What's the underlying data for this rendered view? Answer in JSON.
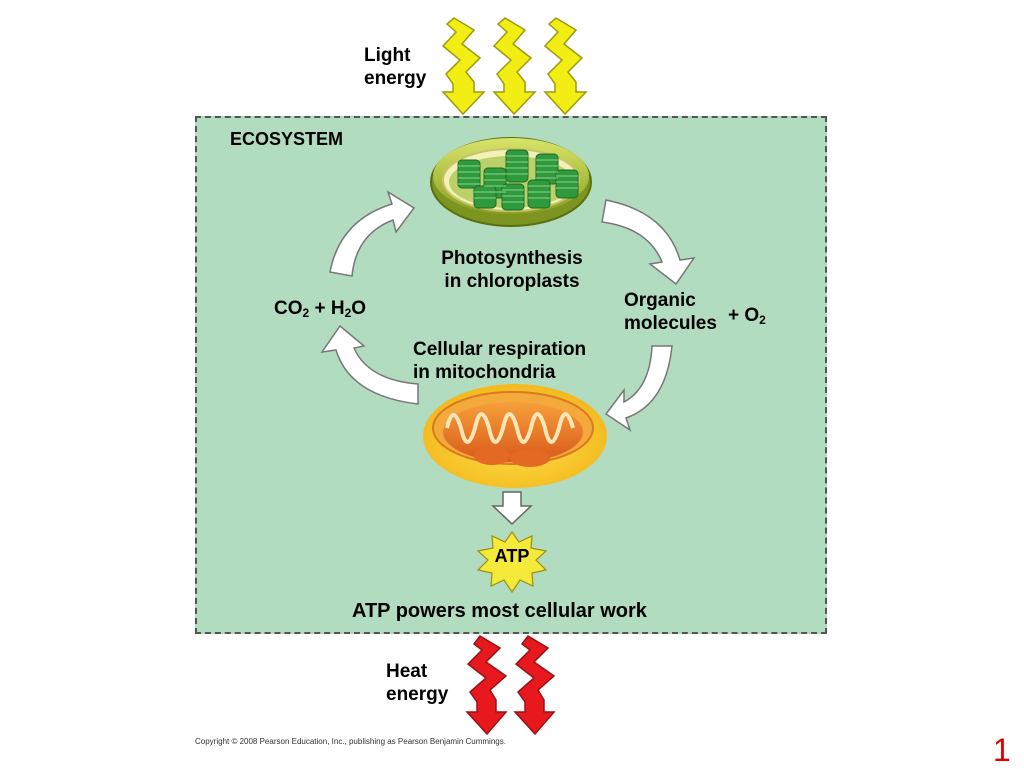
{
  "ecosystem_label": "ECOSYSTEM",
  "light_energy": {
    "line1": "Light",
    "line2": "energy"
  },
  "photosynthesis": {
    "line1": "Photosynthesis",
    "line2": "in chloroplasts"
  },
  "respiration": {
    "line1": "Cellular respiration",
    "line2": "in mitochondria"
  },
  "organic": {
    "line1": "Organic",
    "line2": "molecules"
  },
  "o2": {
    "prefix": "+ O",
    "sub": "2"
  },
  "co2_h2o": {
    "co": "CO",
    "sub1": "2",
    "plus_h": " + H",
    "sub2": "2",
    "o": "O"
  },
  "atp_label": "ATP",
  "atp_work": "ATP powers most cellular work",
  "heat_energy": {
    "line1": "Heat",
    "line2": "energy"
  },
  "copyright": "Copyright © 2008 Pearson Education, Inc., publishing as Pearson Benjamin Cummings.",
  "page_number": "1",
  "colors": {
    "ecosystem_bg": "#b2dcc0",
    "light_bolt": "#f2ee14",
    "heat_bolt": "#e8191e",
    "atp_star": "#f5e93a",
    "page_number": "#e00000"
  }
}
